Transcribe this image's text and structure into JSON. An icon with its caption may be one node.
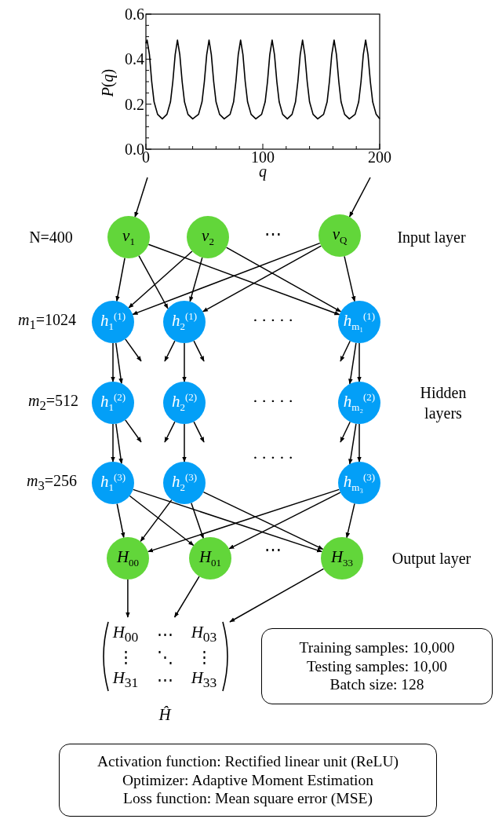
{
  "diagram": {
    "nodes": [
      {
        "text": [
          "*v*$_{1}$"
        ]
      },
      {
        "text": [
          "*v*$_{2}$"
        ]
      },
      {
        "text": [
          "*v*$_{Q}$"
        ]
      },
      {
        "text": [
          "*h*$_{1}$$^{(1)}$"
        ]
      },
      {
        "text": [
          "*h*$_{2}$$^{(1)}$"
        ]
      },
      {
        "text": [
          "*h*$_{m₁}$$^{(1)}$"
        ]
      },
      {
        "text": [
          "*h*$_{1}$$^{(2)}$"
        ]
      },
      {
        "text": [
          "*h*$_{2}$$^{(2)}$"
        ]
      },
      {
        "text": [
          "*h*$_{m₂}$$^{(2)}$"
        ]
      },
      {
        "text": [
          "*h*$_{1}$$^{(3)}$"
        ]
      },
      {
        "text": [
          "*h*$_{2}$$^{(3)}$"
        ]
      },
      {
        "text": [
          "*h*$_{m₃}$$^{(3)}$"
        ]
      },
      {
        "text": [
          "*H*$_{00}$"
        ]
      },
      {
        "text": [
          "*H*$_{01}$"
        ]
      },
      {
        "text": [
          "*H*$_{33}$"
        ]
      },
      {
        "text": [
          "*H*$_{00}$",
          "⋯",
          "*H*$_{03}$",
          "⋮",
          "⋱",
          "⋮",
          "*H*$_{31}$",
          "⋯",
          "*H*$_{33}$"
        ],
        "beside": [
          "Ĥ"
        ]
      },
      {
        "text": [
          "Training samples: 10,000",
          "Testing samples: 10,00",
          "Batch size: 128"
        ]
      },
      {
        "text": [
          "Activation function: Rectified linear unit (ReLU)",
          "Optimizer: Adaptive Moment Estimation",
          "Loss function: Mean square error (MSE)"
        ]
      }
    ],
    "edges": [
      {
        "from": null,
        "to": 0,
        "arrow": "to"
      },
      {
        "from": null,
        "to": 2,
        "arrow": "to"
      },
      {
        "from": 0,
        "to": 3,
        "arrow": "to"
      },
      {
        "from": 0,
        "to": 4,
        "arrow": "to"
      },
      {
        "from": 0,
        "to": 5,
        "arrow": "to"
      },
      {
        "from": 1,
        "to": 3,
        "arrow": "to"
      },
      {
        "from": 1,
        "to": 4,
        "arrow": "to"
      },
      {
        "from": 1,
        "to": 5,
        "arrow": "to"
      },
      {
        "from": 2,
        "to": 3,
        "arrow": "to"
      },
      {
        "from": 2,
        "to": 4,
        "arrow": "to"
      },
      {
        "from": 2,
        "to": 5,
        "arrow": "to"
      },
      {
        "from": 3,
        "to": 6,
        "arrow": "to"
      },
      {
        "from": 3,
        "to": 6,
        "arrow": "to"
      },
      {
        "from": 3,
        "to": null,
        "arrow": "to"
      },
      {
        "from": 4,
        "to": null,
        "arrow": "to"
      },
      {
        "from": 4,
        "to": 7,
        "arrow": "to"
      },
      {
        "from": 4,
        "to": null,
        "arrow": "to"
      },
      {
        "from": 5,
        "to": null,
        "arrow": "to"
      },
      {
        "from": 5,
        "to": 8,
        "arrow": "to"
      },
      {
        "from": 5,
        "to": 8,
        "arrow": "to"
      },
      {
        "from": 6,
        "to": 9,
        "arrow": "to"
      },
      {
        "from": 6,
        "to": 9,
        "arrow": "to"
      },
      {
        "from": 6,
        "to": null,
        "arrow": "to"
      },
      {
        "from": 7,
        "to": null,
        "arrow": "to"
      },
      {
        "from": 7,
        "to": 10,
        "arrow": "to"
      },
      {
        "from": 7,
        "to": null,
        "arrow": "to"
      },
      {
        "from": 8,
        "to": null,
        "arrow": "to"
      },
      {
        "from": 8,
        "to": 11,
        "arrow": "to"
      },
      {
        "from": 8,
        "to": 11,
        "arrow": "to"
      },
      {
        "from": 9,
        "to": 12,
        "arrow": "to"
      },
      {
        "from": 9,
        "to": 13,
        "arrow": "to"
      },
      {
        "from": 9,
        "to": 14,
        "arrow": "to"
      },
      {
        "from": 10,
        "to": 12,
        "arrow": "to"
      },
      {
        "from": 10,
        "to": 13,
        "arrow": "to"
      },
      {
        "from": 10,
        "to": 14,
        "arrow": "to"
      },
      {
        "from": 11,
        "to": 12,
        "arrow": "to"
      },
      {
        "from": 11,
        "to": 13,
        "arrow": "to"
      },
      {
        "from": 11,
        "to": 14,
        "arrow": "to"
      },
      {
        "from": 12,
        "to": 15,
        "arrow": "to"
      },
      {
        "from": 13,
        "to": 15,
        "arrow": "to"
      },
      {
        "from": 14,
        "to": 15,
        "arrow": "to"
      }
    ],
    "labels": [
      "N=400",
      "⋯",
      "Input layer",
      "*m*$_{1}$=1024",
      "·····",
      "*m*$_{2}$=512",
      "·····",
      "Hidden layers",
      "·····",
      "*m*$_{3}$=256",
      "⋯",
      "Output layer"
    ],
    "chart_data": {
      "type": "line",
      "xlabel": "q",
      "ylabel": "*P*(*q*)",
      "x": [
        0,
        1,
        3,
        5,
        7,
        10,
        14,
        18,
        21,
        23,
        25,
        27,
        29,
        31,
        33,
        36,
        40,
        45,
        48,
        50,
        52,
        54,
        56,
        58,
        60,
        63,
        67,
        72,
        75,
        77,
        79,
        81,
        83,
        85,
        87,
        90,
        94,
        99,
        102,
        104,
        106,
        108,
        110,
        112,
        114,
        117,
        121,
        125,
        128,
        130,
        132,
        134,
        136,
        138,
        140,
        143,
        147,
        152,
        155,
        157,
        159,
        161,
        163,
        165,
        167,
        170,
        174,
        179,
        182,
        184,
        186,
        188,
        190,
        192,
        194,
        197,
        200
      ],
      "series": [
        {
          "values": [
            0.47,
            0.485,
            0.42,
            0.3,
            0.21,
            0.155,
            0.135,
            0.155,
            0.21,
            0.3,
            0.42,
            0.485,
            0.42,
            0.3,
            0.21,
            0.155,
            0.135,
            0.155,
            0.21,
            0.3,
            0.42,
            0.485,
            0.42,
            0.3,
            0.21,
            0.155,
            0.135,
            0.155,
            0.21,
            0.3,
            0.42,
            0.485,
            0.42,
            0.3,
            0.21,
            0.155,
            0.135,
            0.155,
            0.21,
            0.3,
            0.42,
            0.485,
            0.42,
            0.3,
            0.21,
            0.155,
            0.135,
            0.155,
            0.21,
            0.3,
            0.42,
            0.485,
            0.42,
            0.3,
            0.21,
            0.155,
            0.135,
            0.155,
            0.21,
            0.3,
            0.42,
            0.485,
            0.42,
            0.3,
            0.21,
            0.155,
            0.135,
            0.155,
            0.21,
            0.3,
            0.42,
            0.485,
            0.42,
            0.3,
            0.21,
            0.155,
            0.135
          ]
        }
      ],
      "xlim": [
        0,
        200
      ],
      "ylim": [
        0,
        0.6
      ],
      "xticks": [
        0,
        100,
        200
      ],
      "yticks": [
        {
          "value": 0,
          "label": "0.0"
        },
        0.2,
        0.4,
        0.6
      ]
    }
  }
}
